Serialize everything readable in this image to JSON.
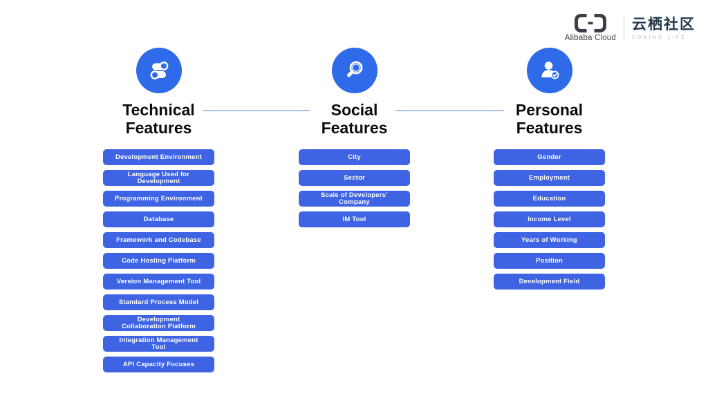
{
  "logo": {
    "alibaba_cloud_label": "Alibaba Cloud",
    "community_name_cn": "云栖社区",
    "community_tagline": "CODING LIFE"
  },
  "colors": {
    "pill_blue": "#3E64E4",
    "icon_circle_blue": "#2F6BE9",
    "connector_line": "#AFBEE9",
    "heading_text": "#0C0C0C",
    "pill_text": "#FFFFFF",
    "logo_dark": "#3D3D47",
    "logo_navy": "#25384B"
  },
  "columns": [
    {
      "id": "technical",
      "title": "Technical\nFeatures",
      "icon": "toggles-icon",
      "items": [
        "Development Environment",
        "Language Used for\nDevelopment",
        "Programming Environment",
        "Database",
        "Framework and Codebase",
        "Code Hosting Platform",
        "Version Management Tool",
        "Standard Process Model",
        "Development\nCollaboration Platform",
        "Integration Management\nTool",
        "API Capacity Focuses"
      ]
    },
    {
      "id": "social",
      "title": "Social\nFeatures",
      "icon": "magnifier-icon",
      "items": [
        "City",
        "Sector",
        "Scale of Developers’\nCompany",
        "IM Tool"
      ]
    },
    {
      "id": "personal",
      "title": "Personal\nFeatures",
      "icon": "person-check-icon",
      "items": [
        "Gender",
        "Employment",
        "Education",
        "Income Level",
        "Years of Working",
        "Position",
        "Development Field"
      ]
    }
  ]
}
